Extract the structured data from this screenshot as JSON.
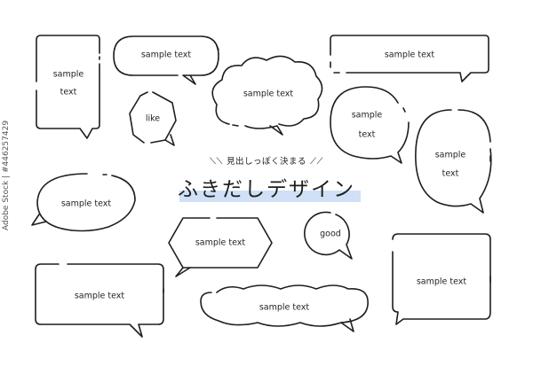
{
  "heading": {
    "subtitle": "見出しっぽく決まる",
    "title": "ふきだしデザイン",
    "highlight_color": "#cfe0f7"
  },
  "bubbles": {
    "tall_rect_line1": "sample",
    "tall_rect_line2": "text",
    "pill_top": "sample text",
    "cloud": "sample text",
    "wide_rect_top": "sample text",
    "heptagon": "like",
    "oval_right_line1": "sample",
    "oval_right_line2": "text",
    "tall_oval_line1": "sample",
    "tall_oval_line2": "text",
    "ellipse_left": "sample text",
    "hexagon": "sample text",
    "circle_small": "good",
    "square_right": "sample text",
    "rect_bottom_left": "sample text",
    "wavy_bottom": "sample text"
  },
  "stroke_color": "#1e1e1e",
  "watermark": "Adobe Stock | #446257429"
}
